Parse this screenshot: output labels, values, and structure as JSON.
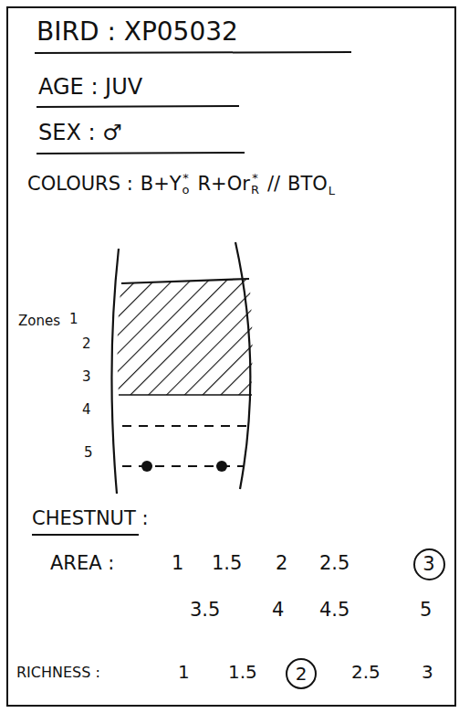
{
  "diagram": {
    "nodes": [
      {
        "text": [
          "3"
        ]
      },
      {
        "text": [
          "2"
        ]
      }
    ],
    "labels": [
      "BIRD : XP05032",
      "AGE : JUV",
      "SEX : ♂",
      "COLOURS :",
      "B+Y",
      "*",
      "o",
      "R+Or",
      "*",
      "R",
      "//",
      "BTO",
      "L",
      "Zones",
      "1",
      "2",
      "3",
      "4",
      "5",
      "CHESTNUT :",
      "AREA :",
      "1",
      "1.5",
      "2",
      "2.5",
      "3.5",
      "4",
      "4.5",
      "5",
      "RICHNESS :",
      "1",
      "1.5",
      "2.5",
      "3"
    ]
  }
}
